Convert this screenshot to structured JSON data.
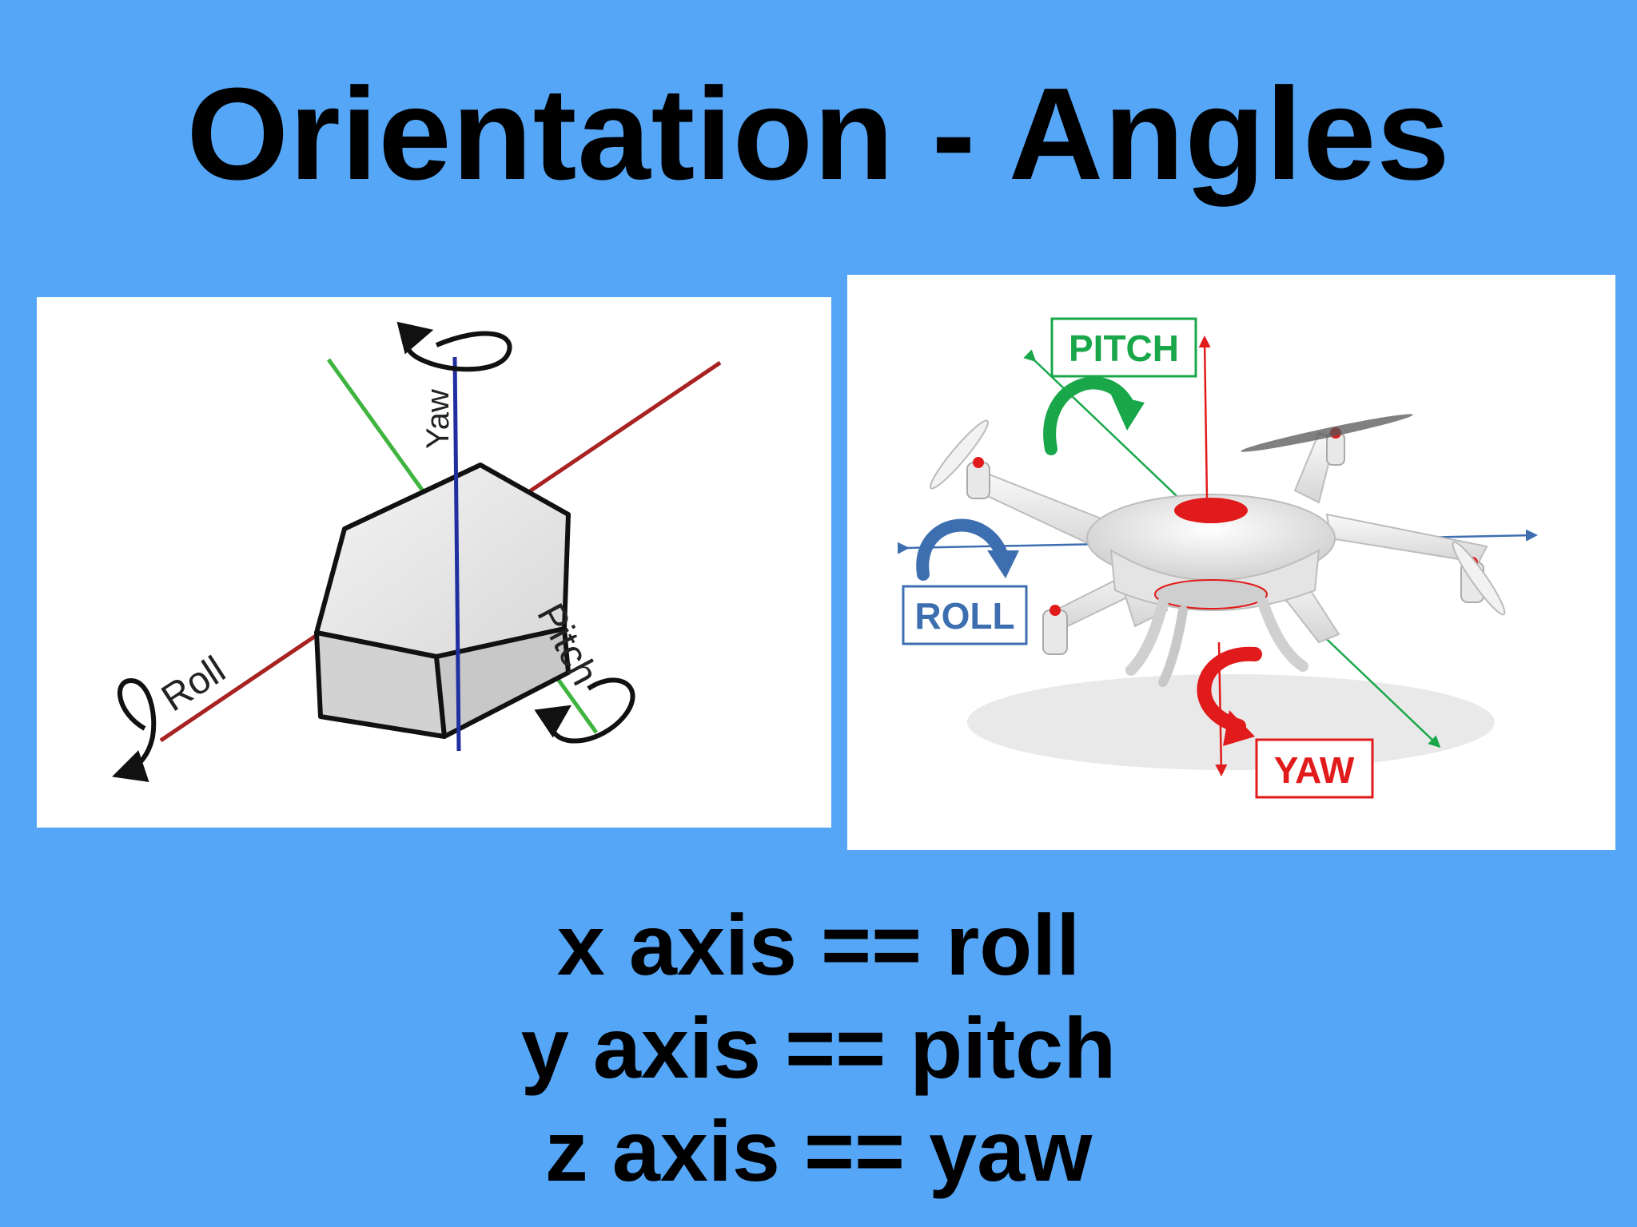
{
  "slide": {
    "title": "Orientation - Angles"
  },
  "left_diagram": {
    "labels": {
      "yaw": "Yaw",
      "roll": "Roll",
      "pitch": "Pitch"
    },
    "colors": {
      "roll_axis": "#a82222",
      "pitch_axis": "#3fb43f",
      "yaw_axis": "#1f2fa0"
    }
  },
  "right_diagram": {
    "labels": {
      "pitch": "PITCH",
      "roll": "ROLL",
      "yaw": "YAW"
    },
    "colors": {
      "pitch": "#19a74a",
      "roll": "#3d6fb0",
      "yaw": "#e11b1b"
    }
  },
  "axes": [
    "x axis == roll",
    "y axis == pitch",
    "z axis == yaw"
  ]
}
